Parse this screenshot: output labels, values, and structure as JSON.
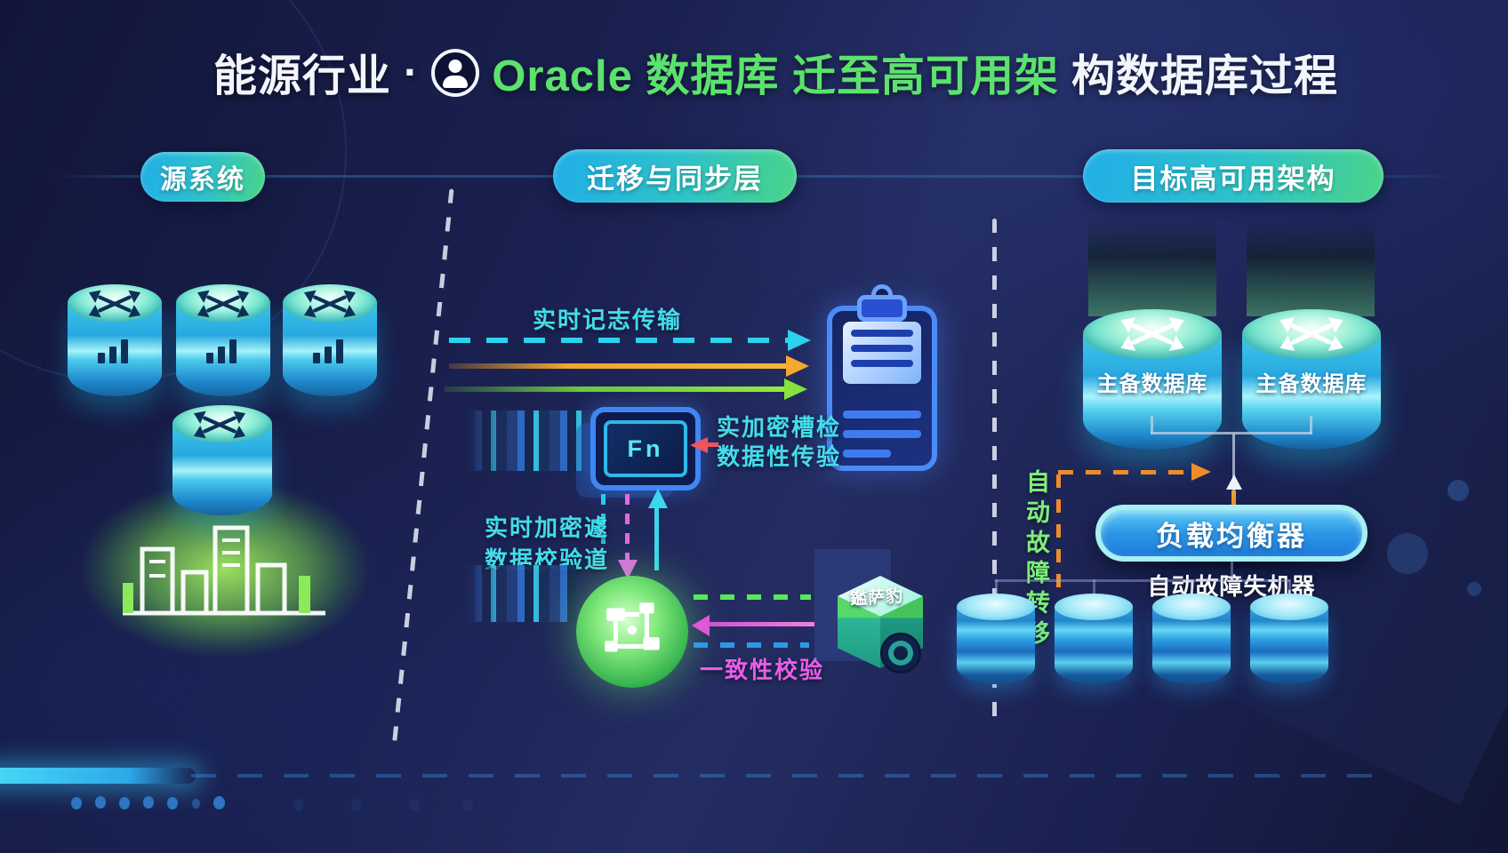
{
  "title": {
    "prefix": "能源行业",
    "separator": "·",
    "highlight": "Oracle 数据库 迁至高可用架",
    "suffix": "构数据库过程"
  },
  "sections": [
    {
      "label": "源系统"
    },
    {
      "label": "迁移与同步层"
    },
    {
      "label": "目标高可用架构"
    }
  ],
  "migration_panel": {
    "log_transfer_label": "实时记志传输",
    "encrypt_check_line1": "实加密槽检",
    "encrypt_check_line2": "数据性传验",
    "realtime_encrypt_line1": "实时加密遽",
    "realtime_encrypt_line2": "数据校验道",
    "consistency_label": "一致性校验",
    "device_screen_text": "Fn",
    "storage_box_label": "鑑萨豹"
  },
  "target_panel": {
    "primary_db_label": "主备数据库",
    "secondary_db_label": "主备数据库",
    "load_balancer_label": "负载均衡器",
    "failover_device_label": "自动故障失机器",
    "auto_failover_label": "自动故障转移"
  },
  "colors": {
    "background": "#1a2150",
    "title_green": "#5ce26e",
    "pill_start": "#21aee8",
    "pill_end": "#4ad488",
    "cyan_accent": "#3ad8ee",
    "orange_accent": "#f5a92f",
    "green_accent": "#85e33c",
    "red_accent": "#f2545e",
    "magenta_accent": "#e058d8",
    "failover_orange": "#f08c2a",
    "label_green": "#7df078",
    "cylinder_cyan": "#35c8e8",
    "dome_green": "#8ce45a"
  }
}
